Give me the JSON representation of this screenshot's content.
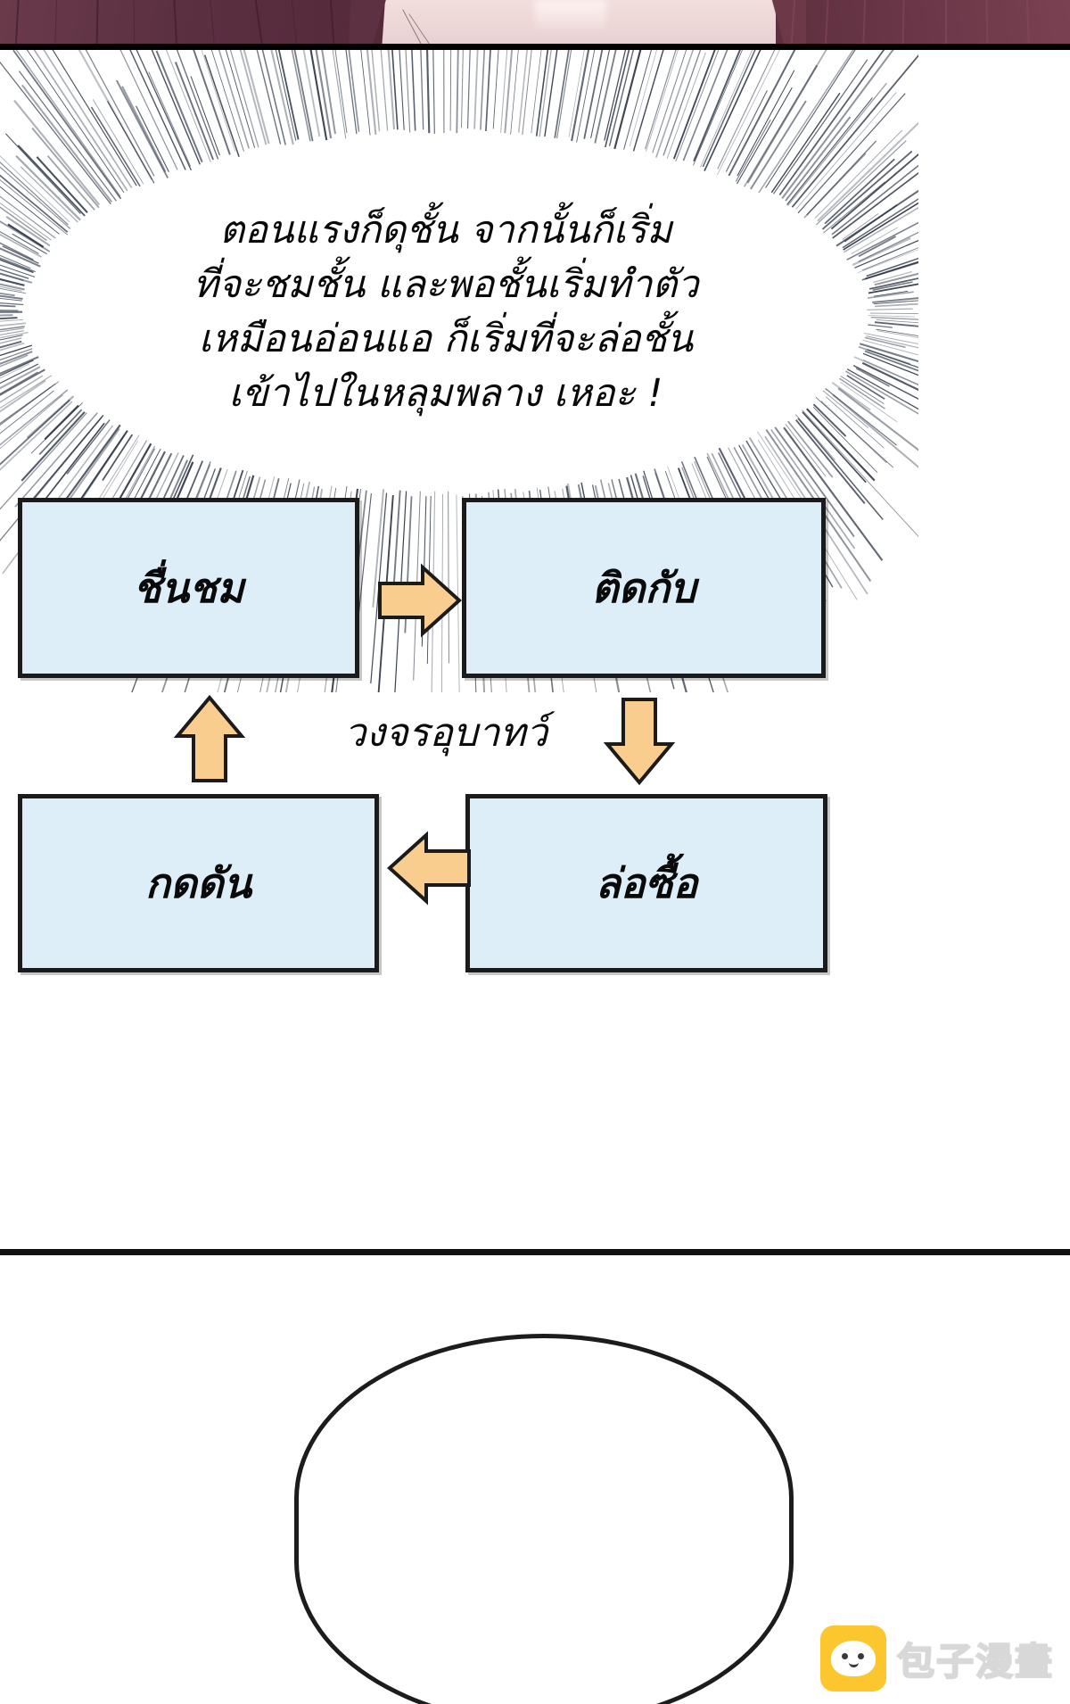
{
  "panel": {
    "character_art_alt": "character hair and face top crop"
  },
  "speech_bubble": {
    "lines": [
      "ตอนแรงก็ดุชั้น จากนั้นก็เริ่ม",
      "ที่จะชมชั้น และพอชั้นเริ่มทำตัว",
      "เหมือนอ่อนแอ ก็เริ่มที่จะล่อชั้น",
      "เข้าไปในหลุมพลาง เหอะ !"
    ]
  },
  "diagram": {
    "center_label": "วงจรอุบาทว์",
    "boxes": [
      {
        "id": "admire",
        "label": "ชื่นชม"
      },
      {
        "id": "trap",
        "label": "ติดกับ"
      },
      {
        "id": "pressure",
        "label": "กดดัน"
      },
      {
        "id": "lure",
        "label": "ล่อซื้อ"
      }
    ],
    "arrows": [
      {
        "id": "right",
        "direction": "right"
      },
      {
        "id": "down",
        "direction": "down"
      },
      {
        "id": "left",
        "direction": "left"
      },
      {
        "id": "up",
        "direction": "up"
      }
    ]
  },
  "watermark": {
    "text": "包子漫畫",
    "icon": "steamed-bun-icon"
  },
  "colors": {
    "box_fill": "#ddeef8",
    "box_border": "#1b1b1b",
    "arrow_fill": "#f9cd8e",
    "arrow_stroke": "#1b1b1b",
    "hair_dark": "#5d3142",
    "hair_light": "#7a4152",
    "skin": "#ecd6d6",
    "watermark_badge": "#fcc72e",
    "burst_line": "#2b3444"
  }
}
